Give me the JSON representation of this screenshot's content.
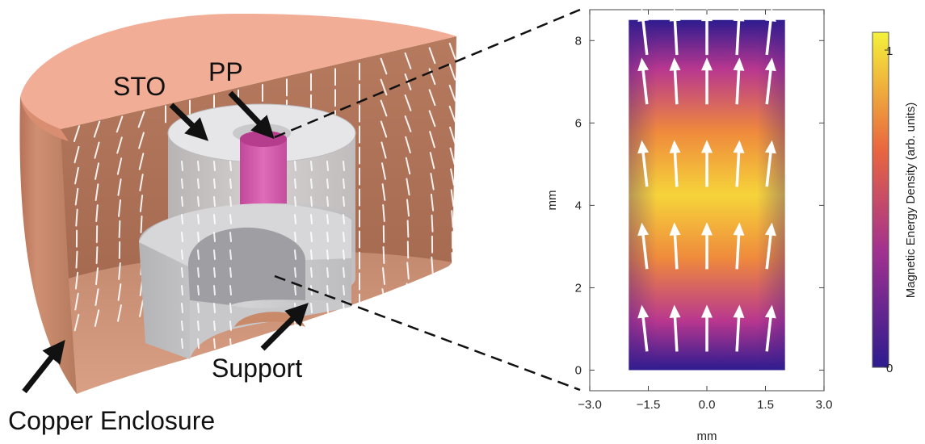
{
  "labels": {
    "sto": "STO",
    "pp": "PP",
    "support": "Support",
    "copper_enclosure": "Copper Enclosure"
  },
  "plot": {
    "x_axis_label": "mm",
    "y_axis_label": "mm",
    "x_range": [
      -3.0,
      3.0
    ],
    "y_range": [
      -0.5,
      8.75
    ],
    "x_ticks": [
      "−3.0",
      "−1.5",
      "0.0",
      "1.5",
      "3.0"
    ],
    "y_ticks": [
      "0",
      "2",
      "4",
      "6",
      "8"
    ],
    "field_region": {
      "x": [
        -2.0,
        2.0
      ],
      "y": [
        0.0,
        8.5
      ]
    },
    "arrow_columns_x": [
      -1.6,
      -0.8,
      0.0,
      0.8,
      1.6
    ],
    "arrow_rows_y": [
      1.0,
      3.0,
      5.0,
      7.0,
      8.2
    ]
  },
  "colorbar": {
    "label": "Magnetic Energy Density (arb. units)",
    "max_label": "1",
    "min_label": "0",
    "colors": {
      "low": "#2d1b8f",
      "mid": "#c93a8a",
      "high": "#f4f13a"
    }
  },
  "colors": {
    "copper": "#c98a6a",
    "copper_top": "#f2ad96",
    "pp": "#d154a8",
    "sto": "#cfcfd1",
    "support": "#c4c4c6"
  }
}
